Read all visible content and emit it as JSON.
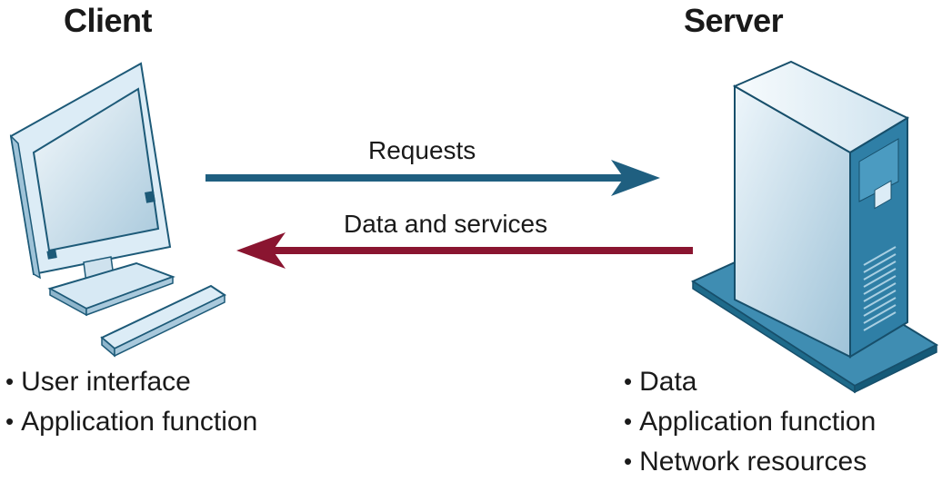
{
  "client": {
    "title": "Client",
    "features": [
      "User interface",
      "Application function"
    ]
  },
  "server": {
    "title": "Server",
    "features": [
      "Data",
      "Application function",
      "Network resources"
    ]
  },
  "arrows": {
    "request_label": "Requests",
    "response_label": "Data and services"
  },
  "colors": {
    "request_arrow": "#1f5f80",
    "response_arrow": "#8a1530",
    "device_fill": "#d7e9f4",
    "device_shade": "#1e6a8a"
  }
}
